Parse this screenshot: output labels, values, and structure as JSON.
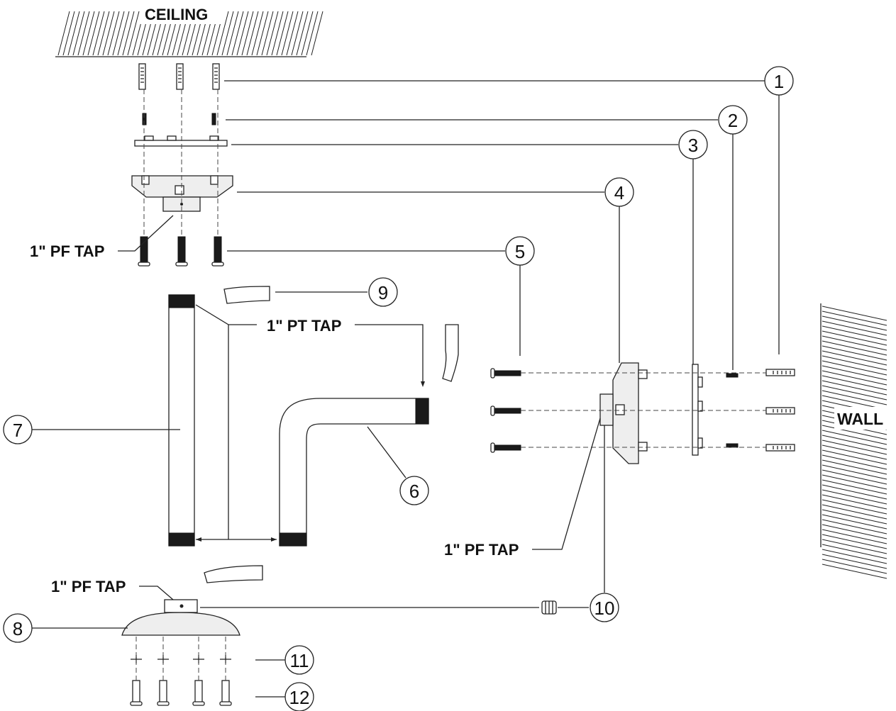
{
  "labels": {
    "ceiling": "CEILING",
    "wall": "WALL",
    "pf_tap_ceiling": "1\"  PF TAP",
    "pt_tap": "1\" PT TAP",
    "pf_tap_wall": "1\"  PF TAP",
    "pf_tap_base": "1\"  PF TAP"
  },
  "callouts": [
    "1",
    "2",
    "3",
    "4",
    "5",
    "6",
    "7",
    "8",
    "9",
    "10",
    "11",
    "12"
  ]
}
